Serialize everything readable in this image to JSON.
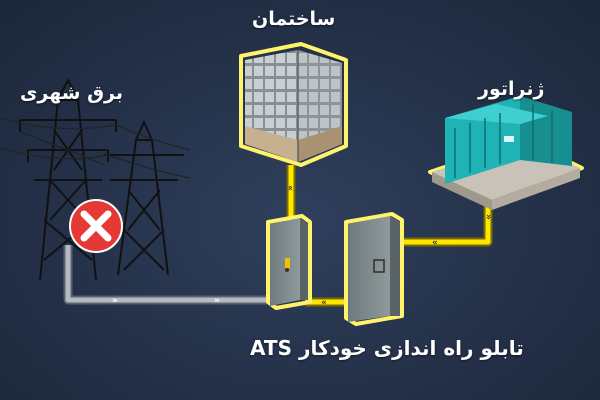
{
  "labels": {
    "building": "ساختمان",
    "grid": "برق شهری",
    "generator": "ژنراتور",
    "ats": "تابلو راه اندازی خودکار ATS"
  },
  "colors": {
    "background": "#243149",
    "active_line": "#ffe600",
    "inactive_line": "#9aa3ad",
    "highlight_outline": "#fff36b",
    "generator_body": "#1fb3b5",
    "panel": "#7f8a8c",
    "fault_icon": "#e53935"
  },
  "status": {
    "grid": "disconnected",
    "generator": "active"
  },
  "icons": {
    "fault": "x-circle-icon",
    "flow_arrows": "chevron-arrow-icon"
  }
}
